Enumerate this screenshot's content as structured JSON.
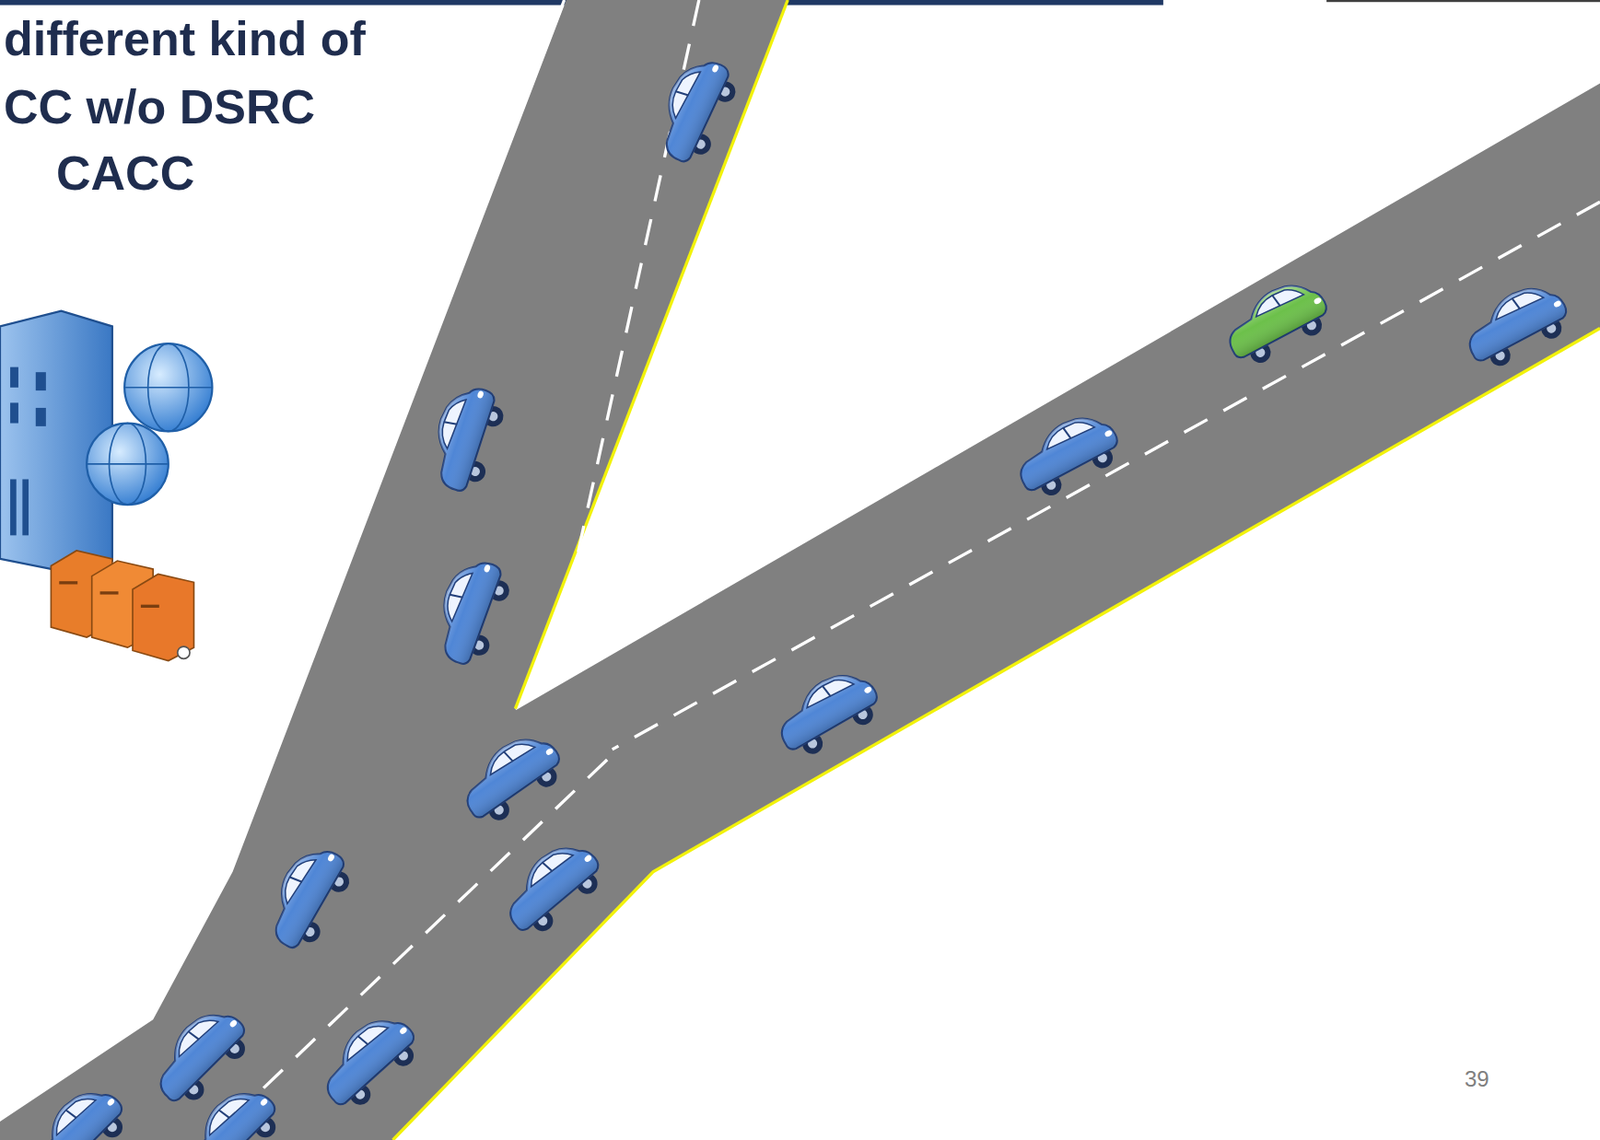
{
  "diagram": {
    "labels": [
      "different kind of",
      "CC w/o DSRC",
      "CACC",
      "39"
    ]
  }
}
